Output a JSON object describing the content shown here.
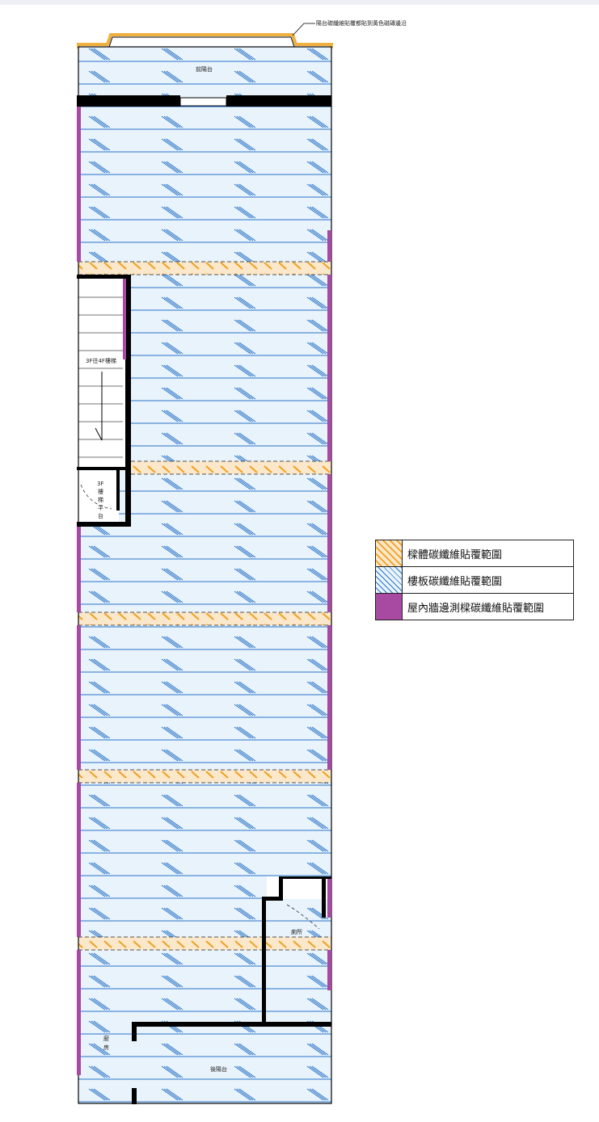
{
  "labels": {
    "note": "陽台碳纖維貼覆都貼到黃色磁磚邊沿",
    "front_balcony": "前陽台",
    "stairs": "3F往4F樓梯",
    "landing": [
      "3F",
      "樓",
      "梯",
      "平",
      "台"
    ],
    "toilet": "廁所",
    "kitchen": [
      "廚",
      "房"
    ],
    "back_balcony": "後陽台"
  },
  "legend": {
    "items": [
      {
        "label": "樑體碳纖維貼覆範圍",
        "color": "#f0a020"
      },
      {
        "label": "樓板碳纖維貼覆範圍",
        "color": "#2a73c9"
      },
      {
        "label": "屋內牆邊測樑碳纖維貼覆範圍",
        "color": "#a84aa2"
      }
    ]
  },
  "colors": {
    "slab_fill": "#e8f3fb",
    "slab_line": "#2a73c9",
    "beam_fill": "#fbe7c9",
    "beam_hatch": "#f0a020",
    "wall_edge": "#a84aa2",
    "wall": "#000000"
  }
}
